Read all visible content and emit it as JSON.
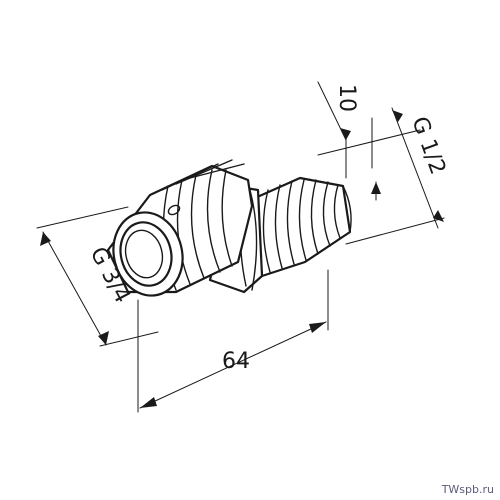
{
  "dimensions": {
    "inlet_thread": "G 3/4",
    "outlet_thread": "G 1/2",
    "length": "64",
    "offset": "10"
  },
  "watermark": "TWspb.ru"
}
